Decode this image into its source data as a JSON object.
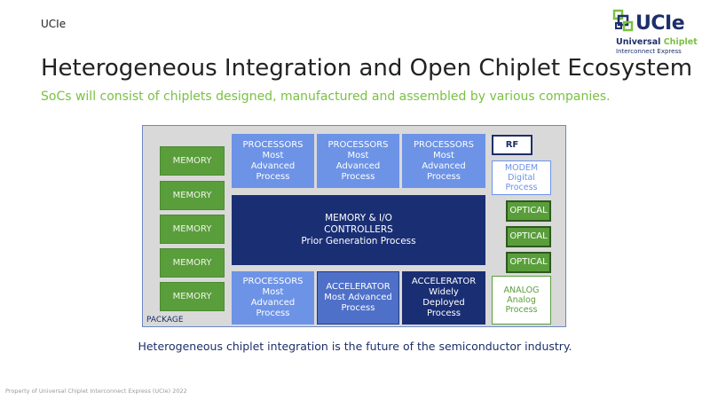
{
  "header": {
    "corner_label": "UCIe"
  },
  "logo": {
    "word": "UCIe",
    "line1_a": "Universal",
    "line1_b": "Chiplet",
    "line2": "Interconnect Express"
  },
  "slide": {
    "title": "Heterogeneous Integration and Open Chiplet Ecosystem",
    "subtitle": "SoCs will consist of chiplets designed, manufactured and assembled by various companies.",
    "caption": "Heterogeneous chiplet integration is the future of the semiconductor industry.",
    "footer": "Property of Universal Chiplet Interconnect Express (UCIe) 2022"
  },
  "package": {
    "label": "PACKAGE",
    "memory": [
      "MEMORY",
      "MEMORY",
      "MEMORY",
      "MEMORY",
      "MEMORY"
    ],
    "top_processors": [
      {
        "l1": "PROCESSORS",
        "l2": "Most",
        "l3": "Advanced",
        "l4": "Process"
      },
      {
        "l1": "PROCESSORS",
        "l2": "Most",
        "l3": "Advanced",
        "l4": "Process"
      },
      {
        "l1": "PROCESSORS",
        "l2": "Most",
        "l3": "Advanced",
        "l4": "Process"
      }
    ],
    "controllers": {
      "l1": "MEMORY & I/O",
      "l2": "CONTROLLERS",
      "l3": "Prior Generation Process"
    },
    "bottom_processor": {
      "l1": "PROCESSORS",
      "l2": "Most",
      "l3": "Advanced",
      "l4": "Process"
    },
    "accelerator_advanced": {
      "l1": "ACCELERATOR",
      "l2": "Most Advanced",
      "l3": "Process"
    },
    "accelerator_deployed": {
      "l1": "ACCELERATOR",
      "l2": "Widely",
      "l3": "Deployed",
      "l4": "Process"
    },
    "rf": "RF",
    "modem": {
      "l1": "MODEM",
      "l2": "Digital",
      "l3": "Process"
    },
    "optical": [
      "OPTICAL",
      "OPTICAL",
      "OPTICAL"
    ],
    "analog": {
      "l1": "ANALOG",
      "l2": "Analog",
      "l3": "Process"
    }
  }
}
